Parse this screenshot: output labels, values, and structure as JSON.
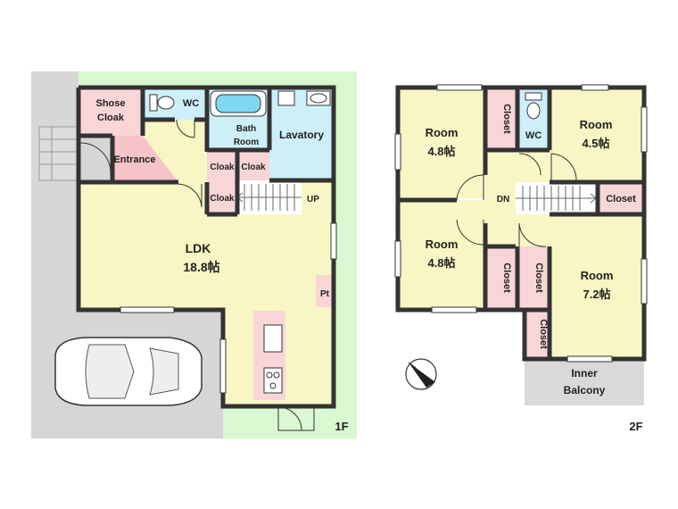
{
  "floor1": {
    "label": "1F",
    "rooms": {
      "shoes_cloak_l1": "Shose",
      "shoes_cloak_l2": "Cloak",
      "wc": "WC",
      "bath_l1": "Bath",
      "bath_l2": "Room",
      "lavatory": "Lavatory",
      "entrance": "Entrance",
      "cloak_a": "Cloak",
      "cloak_b": "Cloak",
      "cloak_c": "Cloak",
      "stairs_up": "UP",
      "ldk_name": "LDK",
      "ldk_size": "18.8帖",
      "pantry": "Pt"
    }
  },
  "floor2": {
    "label": "2F",
    "rooms": {
      "room_nw_name": "Room",
      "room_nw_size": "4.8帖",
      "room_ne_name": "Room",
      "room_ne_size": "4.5帖",
      "room_sw_name": "Room",
      "room_sw_size": "4.8帖",
      "room_se_name": "Room",
      "room_se_size": "7.2帖",
      "closet_a": "Closet",
      "closet_b": "Closet",
      "closet_c": "Closet",
      "closet_d": "Closet",
      "closet_e": "Closet",
      "wc": "WC",
      "stairs_down": "DN",
      "balcony_l1": "Inner",
      "balcony_l2": "Balcony"
    }
  },
  "colors": {
    "room": "#f8f6c4",
    "cloak": "#f8d6d8",
    "wet": "#cdeff8",
    "entrance": "#f5c3c8",
    "garden": "#d9f7d0",
    "ground": "#d6d6d6",
    "balcony": "#d9d9d9"
  },
  "icons": [
    "car-icon",
    "compass-icon",
    "toilet-icon",
    "bathtub-icon",
    "sink-icon",
    "kitchen-counter-icon",
    "stove-icon"
  ]
}
